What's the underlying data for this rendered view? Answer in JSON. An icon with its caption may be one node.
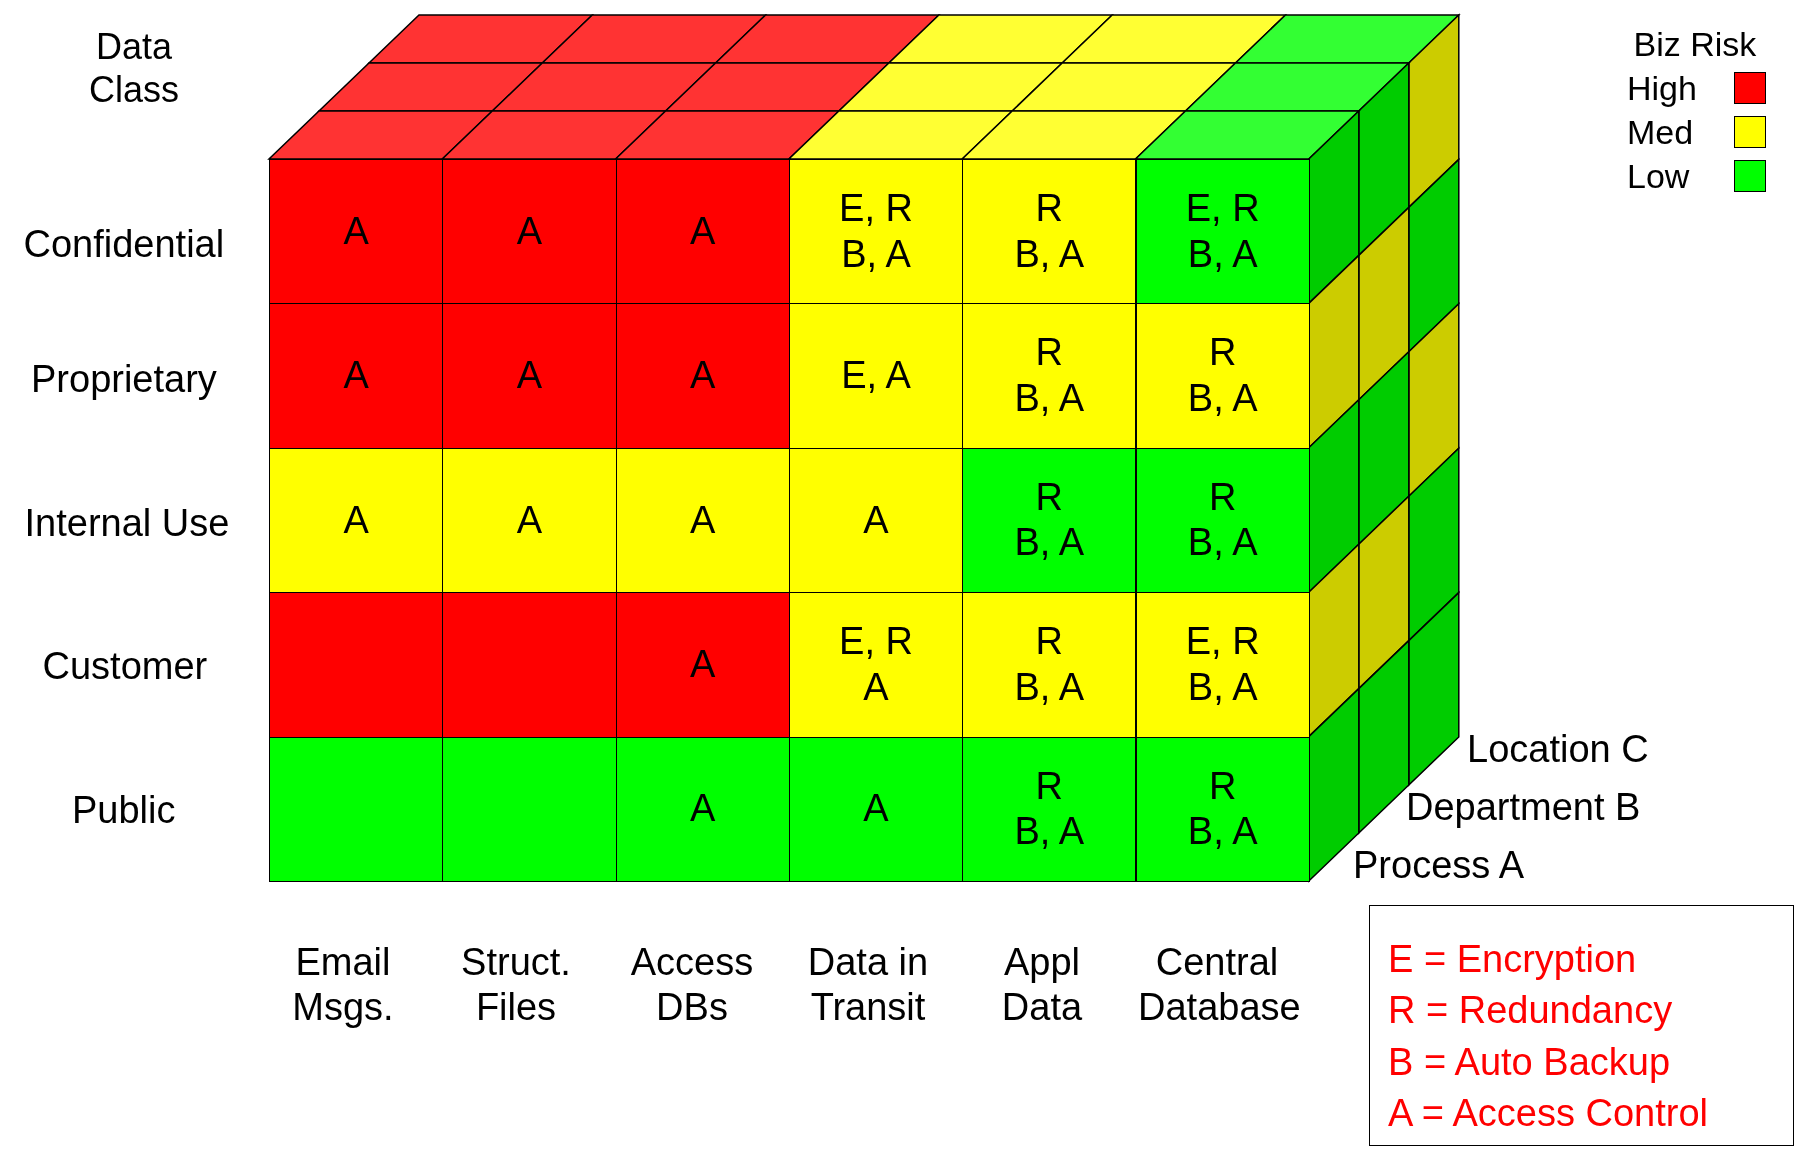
{
  "diagram": {
    "nodes": [
      {
        "text": [
          "A"
        ]
      },
      {
        "text": [
          "A"
        ]
      },
      {
        "text": [
          "A"
        ]
      },
      {
        "text": [
          "E, R",
          "B, A"
        ]
      },
      {
        "text": [
          "R",
          "B, A"
        ]
      },
      {
        "text": [
          "E, R",
          "B, A"
        ]
      },
      {
        "text": [
          "A"
        ]
      },
      {
        "text": [
          "A"
        ]
      },
      {
        "text": [
          "A"
        ]
      },
      {
        "text": [
          "E, A"
        ]
      },
      {
        "text": [
          "R",
          "B, A"
        ]
      },
      {
        "text": [
          "R",
          "B, A"
        ]
      },
      {
        "text": [
          "A"
        ]
      },
      {
        "text": [
          "A"
        ]
      },
      {
        "text": [
          "A"
        ]
      },
      {
        "text": [
          "A"
        ]
      },
      {
        "text": [
          "R",
          "B, A"
        ]
      },
      {
        "text": [
          "R",
          "B, A"
        ]
      },
      {
        "text": [],
        "shape": "box"
      },
      {
        "text": [],
        "shape": "box"
      },
      {
        "text": [
          "A"
        ]
      },
      {
        "text": [
          "E, R",
          "A"
        ]
      },
      {
        "text": [
          "R",
          "B, A"
        ]
      },
      {
        "text": [
          "E, R",
          "B, A"
        ]
      },
      {
        "text": [],
        "shape": "box"
      },
      {
        "text": [],
        "shape": "box"
      },
      {
        "text": [
          "A"
        ]
      },
      {
        "text": [
          "A"
        ]
      },
      {
        "text": [
          "R",
          "B, A"
        ]
      },
      {
        "text": [
          "R",
          "B, A"
        ]
      },
      {
        "text": [
          "E = Encryption",
          "R = Redundancy",
          "B = Auto Backup",
          "A = Access Control"
        ]
      }
    ],
    "edges": [],
    "labels": [
      "Data Class",
      "Biz Risk",
      "Confidential",
      "Proprietary",
      "Internal Use",
      "Customer",
      "Public",
      "Location C",
      "Department B",
      "Process A",
      "Email Msgs.",
      "Struct. Files",
      "Access DBs",
      "Data in Transit",
      "Appl Data",
      "Central Database"
    ],
    "legend": [
      {
        "text": "High",
        "color": "#ff0000"
      },
      {
        "text": "Med",
        "color": "#ffff00"
      },
      {
        "text": "Low",
        "color": "#00ff00"
      }
    ]
  }
}
